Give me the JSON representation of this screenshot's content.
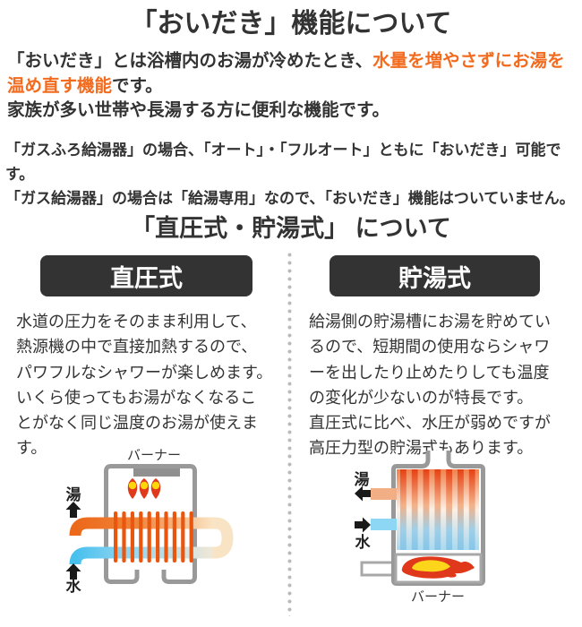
{
  "header": {
    "title": "「おいだき」機能について"
  },
  "intro": {
    "before": "「おいだき」とは浴槽内のお湯が冷めたとき、",
    "highlight": "水量を増やさずにお湯を温め直す機能",
    "after": "です。\n家族が多い世帯や長湯する方に便利な機能です。"
  },
  "note": {
    "text": "「ガスふろ給湯器」の場合、「オート」・「フルオート」ともに「おいだき」可能です。\n「ガス給湯器」の場合は「給湯専用」なので、「おいだき」機能はついていません。"
  },
  "section": {
    "title": "「直圧式・貯湯式」 について",
    "direct": {
      "badge": "直圧式",
      "description": "水道の圧力をそのまま利用して、\n熱源機の中で直接加熱するので、\nパワフルなシャワーが楽しめます。\nいくら使ってもお湯がなくなるこ\nとがなく同じ温度のお湯が使えま\nす。",
      "diagram": {
        "burner": "バーナー",
        "hot": "湯",
        "cold": "水"
      }
    },
    "storage": {
      "badge": "貯湯式",
      "description": "給湯側の貯湯槽にお湯を貯めてい\nるので、短期間の使用ならシャワ\nーを出したり止めたりしても温度\nの変化が少ないのが特長です。\n直圧式に比べ、水圧が弱めですが\n高圧力型の貯湯式もあります。",
      "diagram": {
        "burner": "バーナー",
        "hot": "湯",
        "cold": "水"
      }
    }
  },
  "colors": {
    "text": "#333333",
    "highlight_orange": "#f26b1e",
    "badge_bg": "#333333",
    "badge_text": "#ffffff",
    "divider_dot": "#bababa",
    "outline_gray": "#999999",
    "flame_red": "#e0391b",
    "flame_yellow": "#ffd60a",
    "pipe_hot_orange": "#ec681a",
    "pipe_cold_blue": "#47c0ee",
    "pipe_pale": "#f8e4c4",
    "fin_orange": "#e9560f",
    "tank_top": "#f0824e",
    "tank_bottom": "#a9d9f0"
  }
}
